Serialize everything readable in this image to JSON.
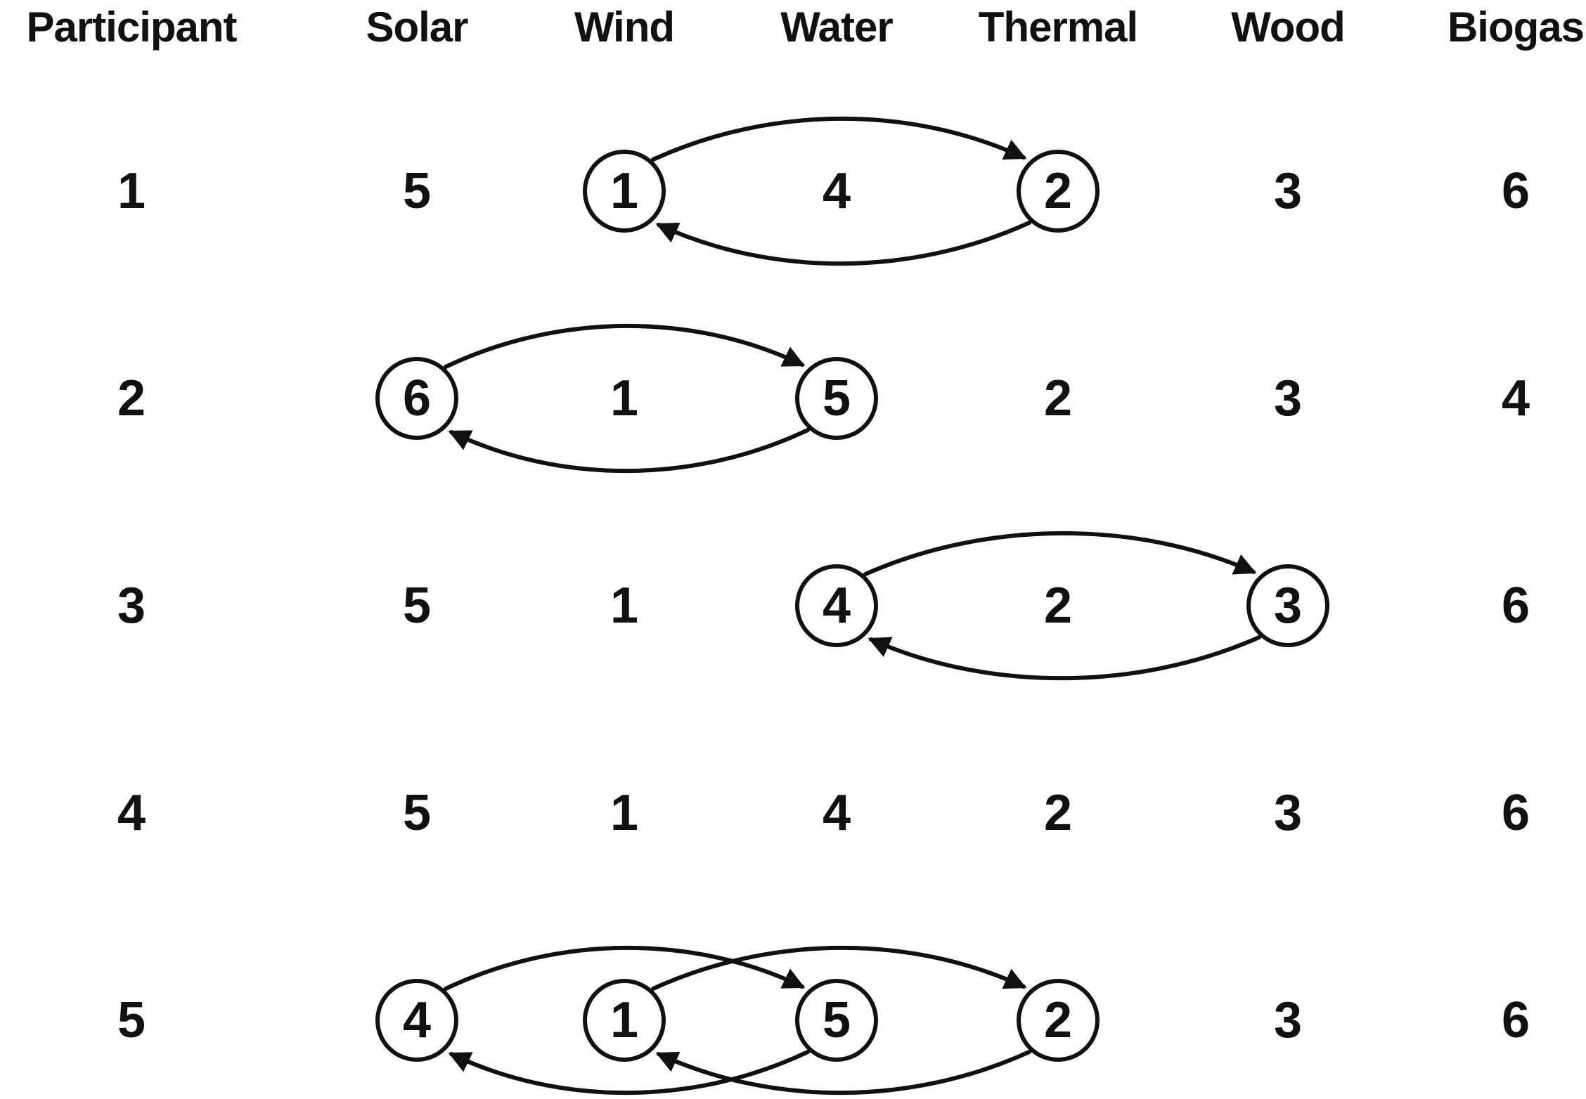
{
  "figure": {
    "ink_color": "#111111",
    "columns": [
      {
        "key": "participant",
        "label": "Participant"
      },
      {
        "key": "solar",
        "label": "Solar"
      },
      {
        "key": "wind",
        "label": "Wind"
      },
      {
        "key": "water",
        "label": "Water"
      },
      {
        "key": "thermal",
        "label": "Thermal"
      },
      {
        "key": "wood",
        "label": "Wood"
      },
      {
        "key": "biogas",
        "label": "Biogas"
      }
    ],
    "rows": [
      {
        "participant": "1",
        "values": {
          "solar": "5",
          "wind": "1",
          "water": "4",
          "thermal": "2",
          "wood": "3",
          "biogas": "6"
        },
        "circled": [
          "wind",
          "thermal"
        ],
        "swaps": [
          [
            "wind",
            "thermal"
          ]
        ]
      },
      {
        "participant": "2",
        "values": {
          "solar": "6",
          "wind": "1",
          "water": "5",
          "thermal": "2",
          "wood": "3",
          "biogas": "4"
        },
        "circled": [
          "solar",
          "water"
        ],
        "swaps": [
          [
            "solar",
            "water"
          ]
        ]
      },
      {
        "participant": "3",
        "values": {
          "solar": "5",
          "wind": "1",
          "water": "4",
          "thermal": "2",
          "wood": "3",
          "biogas": "6"
        },
        "circled": [
          "water",
          "wood"
        ],
        "swaps": [
          [
            "water",
            "wood"
          ]
        ]
      },
      {
        "participant": "4",
        "values": {
          "solar": "5",
          "wind": "1",
          "water": "4",
          "thermal": "2",
          "wood": "3",
          "biogas": "6"
        },
        "circled": [],
        "swaps": []
      },
      {
        "participant": "5",
        "values": {
          "solar": "4",
          "wind": "1",
          "water": "5",
          "thermal": "2",
          "wood": "3",
          "biogas": "6"
        },
        "circled": [
          "solar",
          "wind",
          "water",
          "thermal"
        ],
        "swaps": [
          [
            "solar",
            "water"
          ],
          [
            "wind",
            "thermal"
          ]
        ]
      }
    ]
  }
}
